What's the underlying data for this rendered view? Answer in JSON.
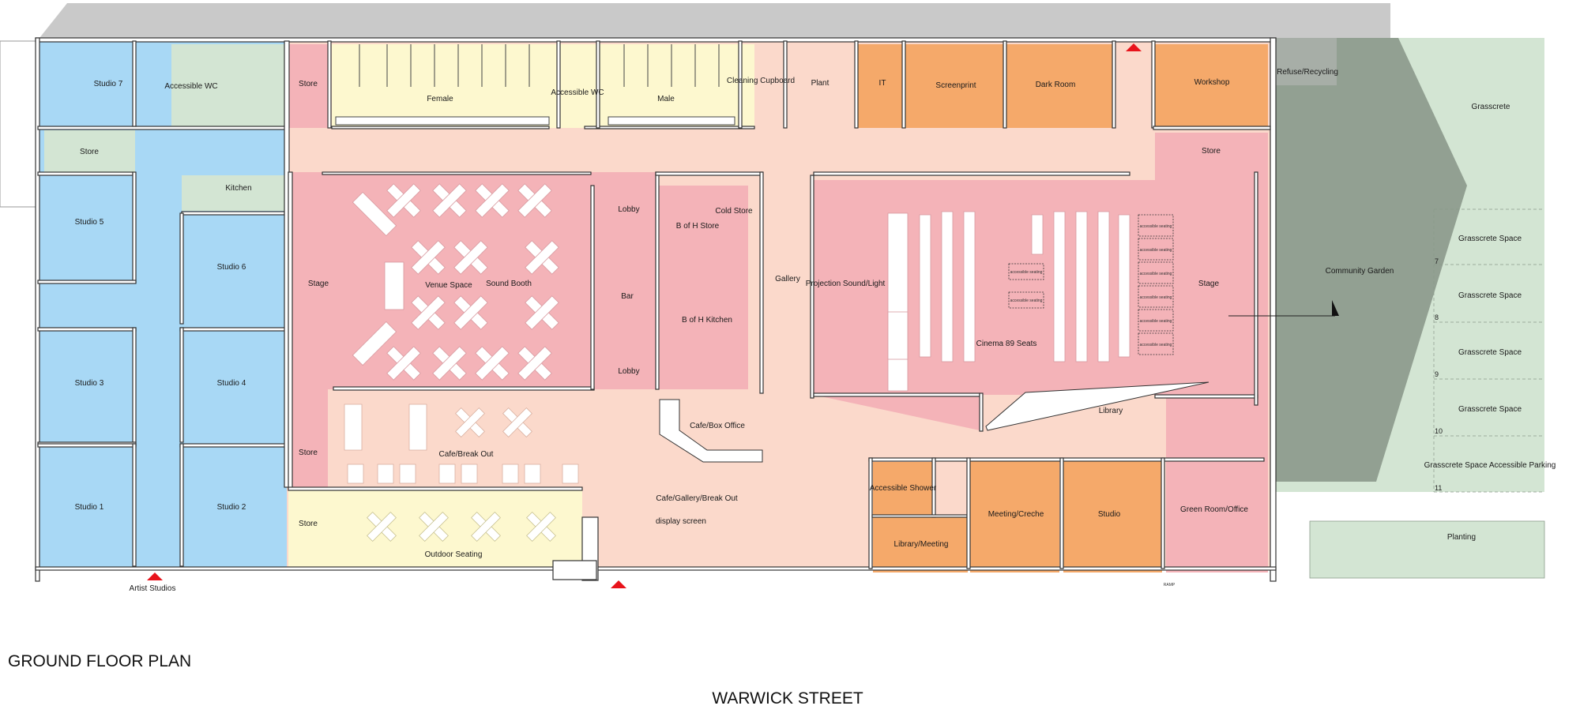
{
  "title": "GROUND FLOOR PLAN",
  "street": "WARWICK STREET",
  "colors": {
    "studio": "#a8d8f5",
    "venue": "#f4b3b8",
    "corridor": "#fbd9cb",
    "toilet": "#fdf8cf",
    "workshop": "#f5a96a",
    "green": "#d3e5d3",
    "grey": "#c9c9c9",
    "garden_dark": "#8c9a8c",
    "entrance": "#e8131b"
  },
  "rooms": [
    {
      "id": "studio-7",
      "label": "Studio 7",
      "zone": "studio"
    },
    {
      "id": "accessible-wc-left",
      "label": "Accessible WC",
      "zone": "green"
    },
    {
      "id": "store-left-top",
      "label": "Store",
      "zone": "green"
    },
    {
      "id": "kitchen",
      "label": "Kitchen",
      "zone": "green"
    },
    {
      "id": "studio-5",
      "label": "Studio 5",
      "zone": "studio"
    },
    {
      "id": "studio-6",
      "label": "Studio 6",
      "zone": "studio"
    },
    {
      "id": "studio-3",
      "label": "Studio 3",
      "zone": "studio"
    },
    {
      "id": "studio-4",
      "label": "Studio 4",
      "zone": "studio"
    },
    {
      "id": "studio-1",
      "label": "Studio 1",
      "zone": "studio"
    },
    {
      "id": "studio-2",
      "label": "Studio 2",
      "zone": "studio"
    },
    {
      "id": "store-top",
      "label": "Store",
      "zone": "venue"
    },
    {
      "id": "female",
      "label": "Female",
      "zone": "toilet"
    },
    {
      "id": "accessible-wc",
      "label": "Accessible WC",
      "zone": "toilet"
    },
    {
      "id": "male",
      "label": "Male",
      "zone": "toilet"
    },
    {
      "id": "cleaning-cupboard",
      "label": "Cleaning Cupboard",
      "zone": "toilet"
    },
    {
      "id": "plant",
      "label": "Plant",
      "zone": "toilet"
    },
    {
      "id": "it",
      "label": "IT",
      "zone": "workshop"
    },
    {
      "id": "screenprint",
      "label": "Screenprint",
      "zone": "workshop"
    },
    {
      "id": "dark-room",
      "label": "Dark Room",
      "zone": "workshop"
    },
    {
      "id": "workshop",
      "label": "Workshop",
      "zone": "workshop"
    },
    {
      "id": "refuse-recycling",
      "label": "Refuse/Recycling",
      "zone": "grey"
    },
    {
      "id": "grasscrete",
      "label": "Grasscrete",
      "zone": "green"
    },
    {
      "id": "stage-left",
      "label": "Stage",
      "zone": "venue"
    },
    {
      "id": "venue-space",
      "label": "Venue Space",
      "zone": "venue"
    },
    {
      "id": "sound-booth",
      "label": "Sound Booth",
      "zone": "venue"
    },
    {
      "id": "lobby-top",
      "label": "Lobby",
      "zone": "venue"
    },
    {
      "id": "bar",
      "label": "Bar",
      "zone": "venue"
    },
    {
      "id": "lobby-bottom",
      "label": "Lobby",
      "zone": "venue"
    },
    {
      "id": "boh-store",
      "label": "B of H Store",
      "zone": "venue"
    },
    {
      "id": "cold-store",
      "label": "Cold Store",
      "zone": "venue"
    },
    {
      "id": "boh-kitchen",
      "label": "B of H Kitchen",
      "zone": "venue"
    },
    {
      "id": "gallery",
      "label": "Gallery",
      "zone": "corridor"
    },
    {
      "id": "projection",
      "label": "Projection Sound/Light",
      "zone": "venue"
    },
    {
      "id": "cinema",
      "label": "Cinema 89 Seats",
      "zone": "venue"
    },
    {
      "id": "store-right",
      "label": "Store",
      "zone": "venue"
    },
    {
      "id": "stage-right",
      "label": "Stage",
      "zone": "venue"
    },
    {
      "id": "library",
      "label": "Library",
      "zone": "corridor"
    },
    {
      "id": "cafe-box-office",
      "label": "Cafe/Box Office",
      "zone": "corridor"
    },
    {
      "id": "store-left-bottom",
      "label": "Store",
      "zone": "venue"
    },
    {
      "id": "cafe-break-out",
      "label": "Cafe/Break Out",
      "zone": "corridor"
    },
    {
      "id": "cafe-gallery-break-out",
      "label": "Cafe/Gallery/Break Out",
      "zone": "corridor"
    },
    {
      "id": "display-screen",
      "label": "display screen",
      "zone": "corridor"
    },
    {
      "id": "store-bottom",
      "label": "Store",
      "zone": "toilet"
    },
    {
      "id": "outdoor-seating",
      "label": "Outdoor Seating",
      "zone": "toilet"
    },
    {
      "id": "accessible-shower",
      "label": "Accessible Shower",
      "zone": "workshop"
    },
    {
      "id": "library-meeting",
      "label": "Library/Meeting",
      "zone": "workshop"
    },
    {
      "id": "meeting-creche",
      "label": "Meeting/Creche",
      "zone": "workshop"
    },
    {
      "id": "studio-right",
      "label": "Studio",
      "zone": "workshop"
    },
    {
      "id": "green-room-office",
      "label": "Green Room/Office",
      "zone": "venue"
    },
    {
      "id": "community-garden",
      "label": "Community Garden",
      "zone": "garden_dark"
    },
    {
      "id": "grasscrete-space-7",
      "label": "Grasscrete Space",
      "zone": "green"
    },
    {
      "id": "grasscrete-space-8",
      "label": "Grasscrete Space",
      "zone": "green"
    },
    {
      "id": "grasscrete-space-9",
      "label": "Grasscrete Space",
      "zone": "green"
    },
    {
      "id": "grasscrete-space-10",
      "label": "Grasscrete Space",
      "zone": "green"
    },
    {
      "id": "grasscrete-accessible-parking",
      "label": "Grasscrete Space Accessible Parking",
      "zone": "green"
    },
    {
      "id": "planting",
      "label": "Planting",
      "zone": "green"
    }
  ],
  "parking_numbers": [
    "7",
    "8",
    "9",
    "10",
    "11"
  ],
  "accessible_seating_label": "accessible seating",
  "artist_studios": "Artist Studios",
  "ramp": "RAMP"
}
